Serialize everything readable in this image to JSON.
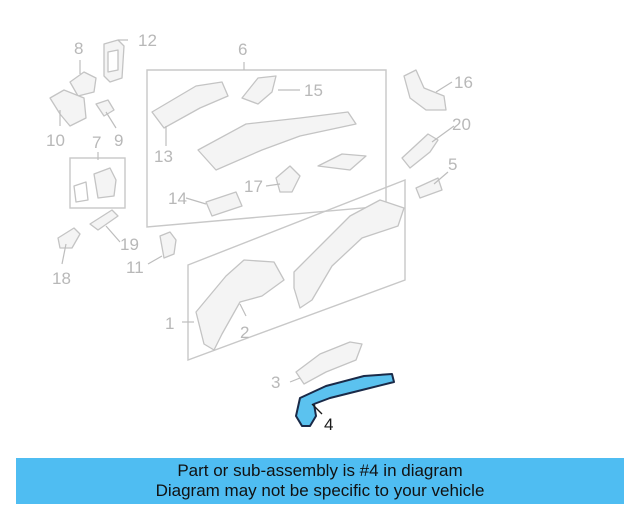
{
  "diagram": {
    "highlight_color": "#5bc2ef",
    "callouts": {
      "c1": "1",
      "c2": "2",
      "c3": "3",
      "c4": "4",
      "c5": "5",
      "c6": "6",
      "c7": "7",
      "c8": "8",
      "c9": "9",
      "c10": "10",
      "c11": "11",
      "c12": "12",
      "c13": "13",
      "c14": "14",
      "c15": "15",
      "c16": "16",
      "c17": "17",
      "c18": "18",
      "c19": "19",
      "c20": "20"
    },
    "selected_part": "4"
  },
  "banner": {
    "line1": "Part or sub-assembly is #4 in diagram",
    "line2": "Diagram may not be specific to your vehicle",
    "background": "#4fbdf2"
  }
}
